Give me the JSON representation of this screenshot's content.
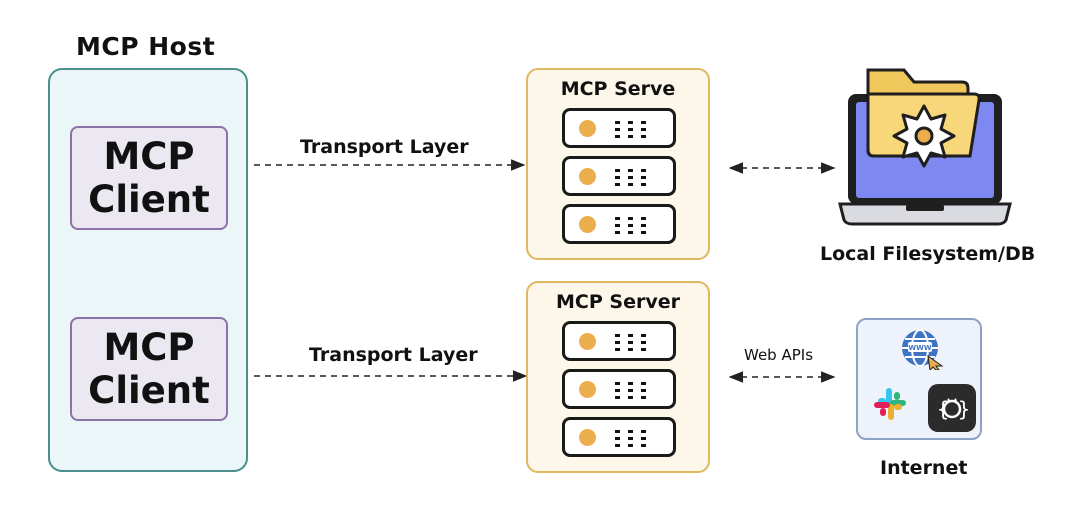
{
  "host": {
    "title": "MCP Host"
  },
  "clients": [
    {
      "line1": "MCP",
      "line2": "Client"
    },
    {
      "line1": "MCP",
      "line2": "Client"
    }
  ],
  "servers": [
    {
      "title": "MCP Serve"
    },
    {
      "title": "MCP Server"
    }
  ],
  "transport_labels": [
    "Transport Layer",
    "Transport Layer"
  ],
  "web_apis_label": "Web APIs",
  "local_label": "Local Filesystem/DB",
  "internet_label": "Internet",
  "www_text": "WWW",
  "icons": {
    "laptop": "laptop-icon",
    "folder": "folder-icon",
    "gear": "gear-icon",
    "globe": "globe-icon",
    "slack": "slack-icon",
    "github": "github-icon"
  },
  "colors": {
    "host_fill": "#eaf6f8",
    "host_border": "#4a8f8c",
    "client_fill": "#ece8f1",
    "client_border": "#8b72a8",
    "server_fill": "#fdf7ea",
    "server_border": "#e0b860",
    "led": "#ecae4d",
    "laptop_screen": "#7d89f0",
    "folder": "#f7d77a",
    "globe": "#3f74c4",
    "github_bg": "#2b2b2b"
  }
}
